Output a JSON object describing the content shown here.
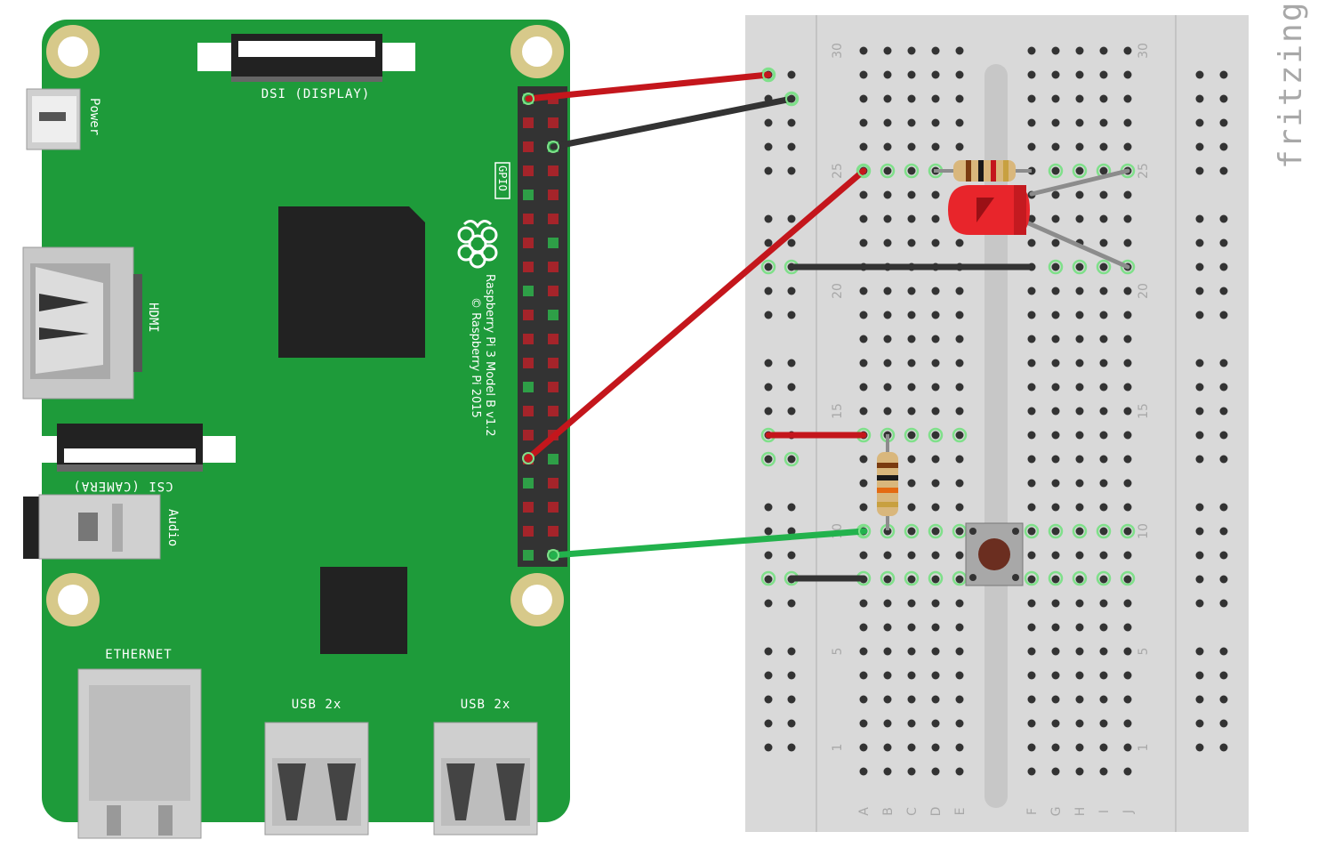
{
  "board": {
    "dsi_label": "DSI (DISPLAY)",
    "csi_label": "CSI (CAMERA)",
    "power_label": "Power",
    "hdmi_label": "HDMI",
    "audio_label": "Audio",
    "ethernet_label": "ETHERNET",
    "usb_label_1": "USB 2x",
    "usb_label_2": "USB 2x",
    "gpio_label": "GPIO",
    "model_line1": "Raspberry Pi 3 Model B v1.2",
    "model_line2": "© Raspberry Pi 2015"
  },
  "breadboard": {
    "row_numbers": [
      "30",
      "25",
      "20",
      "15",
      "10",
      "5",
      "1"
    ],
    "column_letters_left": [
      "A",
      "B",
      "C",
      "D",
      "E"
    ],
    "column_letters_right": [
      "F",
      "G",
      "H",
      "I",
      "J"
    ]
  },
  "brand": "fritzing",
  "colors": {
    "pcb": "#1e9b3a",
    "wire_red": "#c4161c",
    "wire_black": "#333333",
    "wire_green": "#22b24c",
    "led": "#e8252b",
    "breadboard": "#d9d9d9"
  }
}
